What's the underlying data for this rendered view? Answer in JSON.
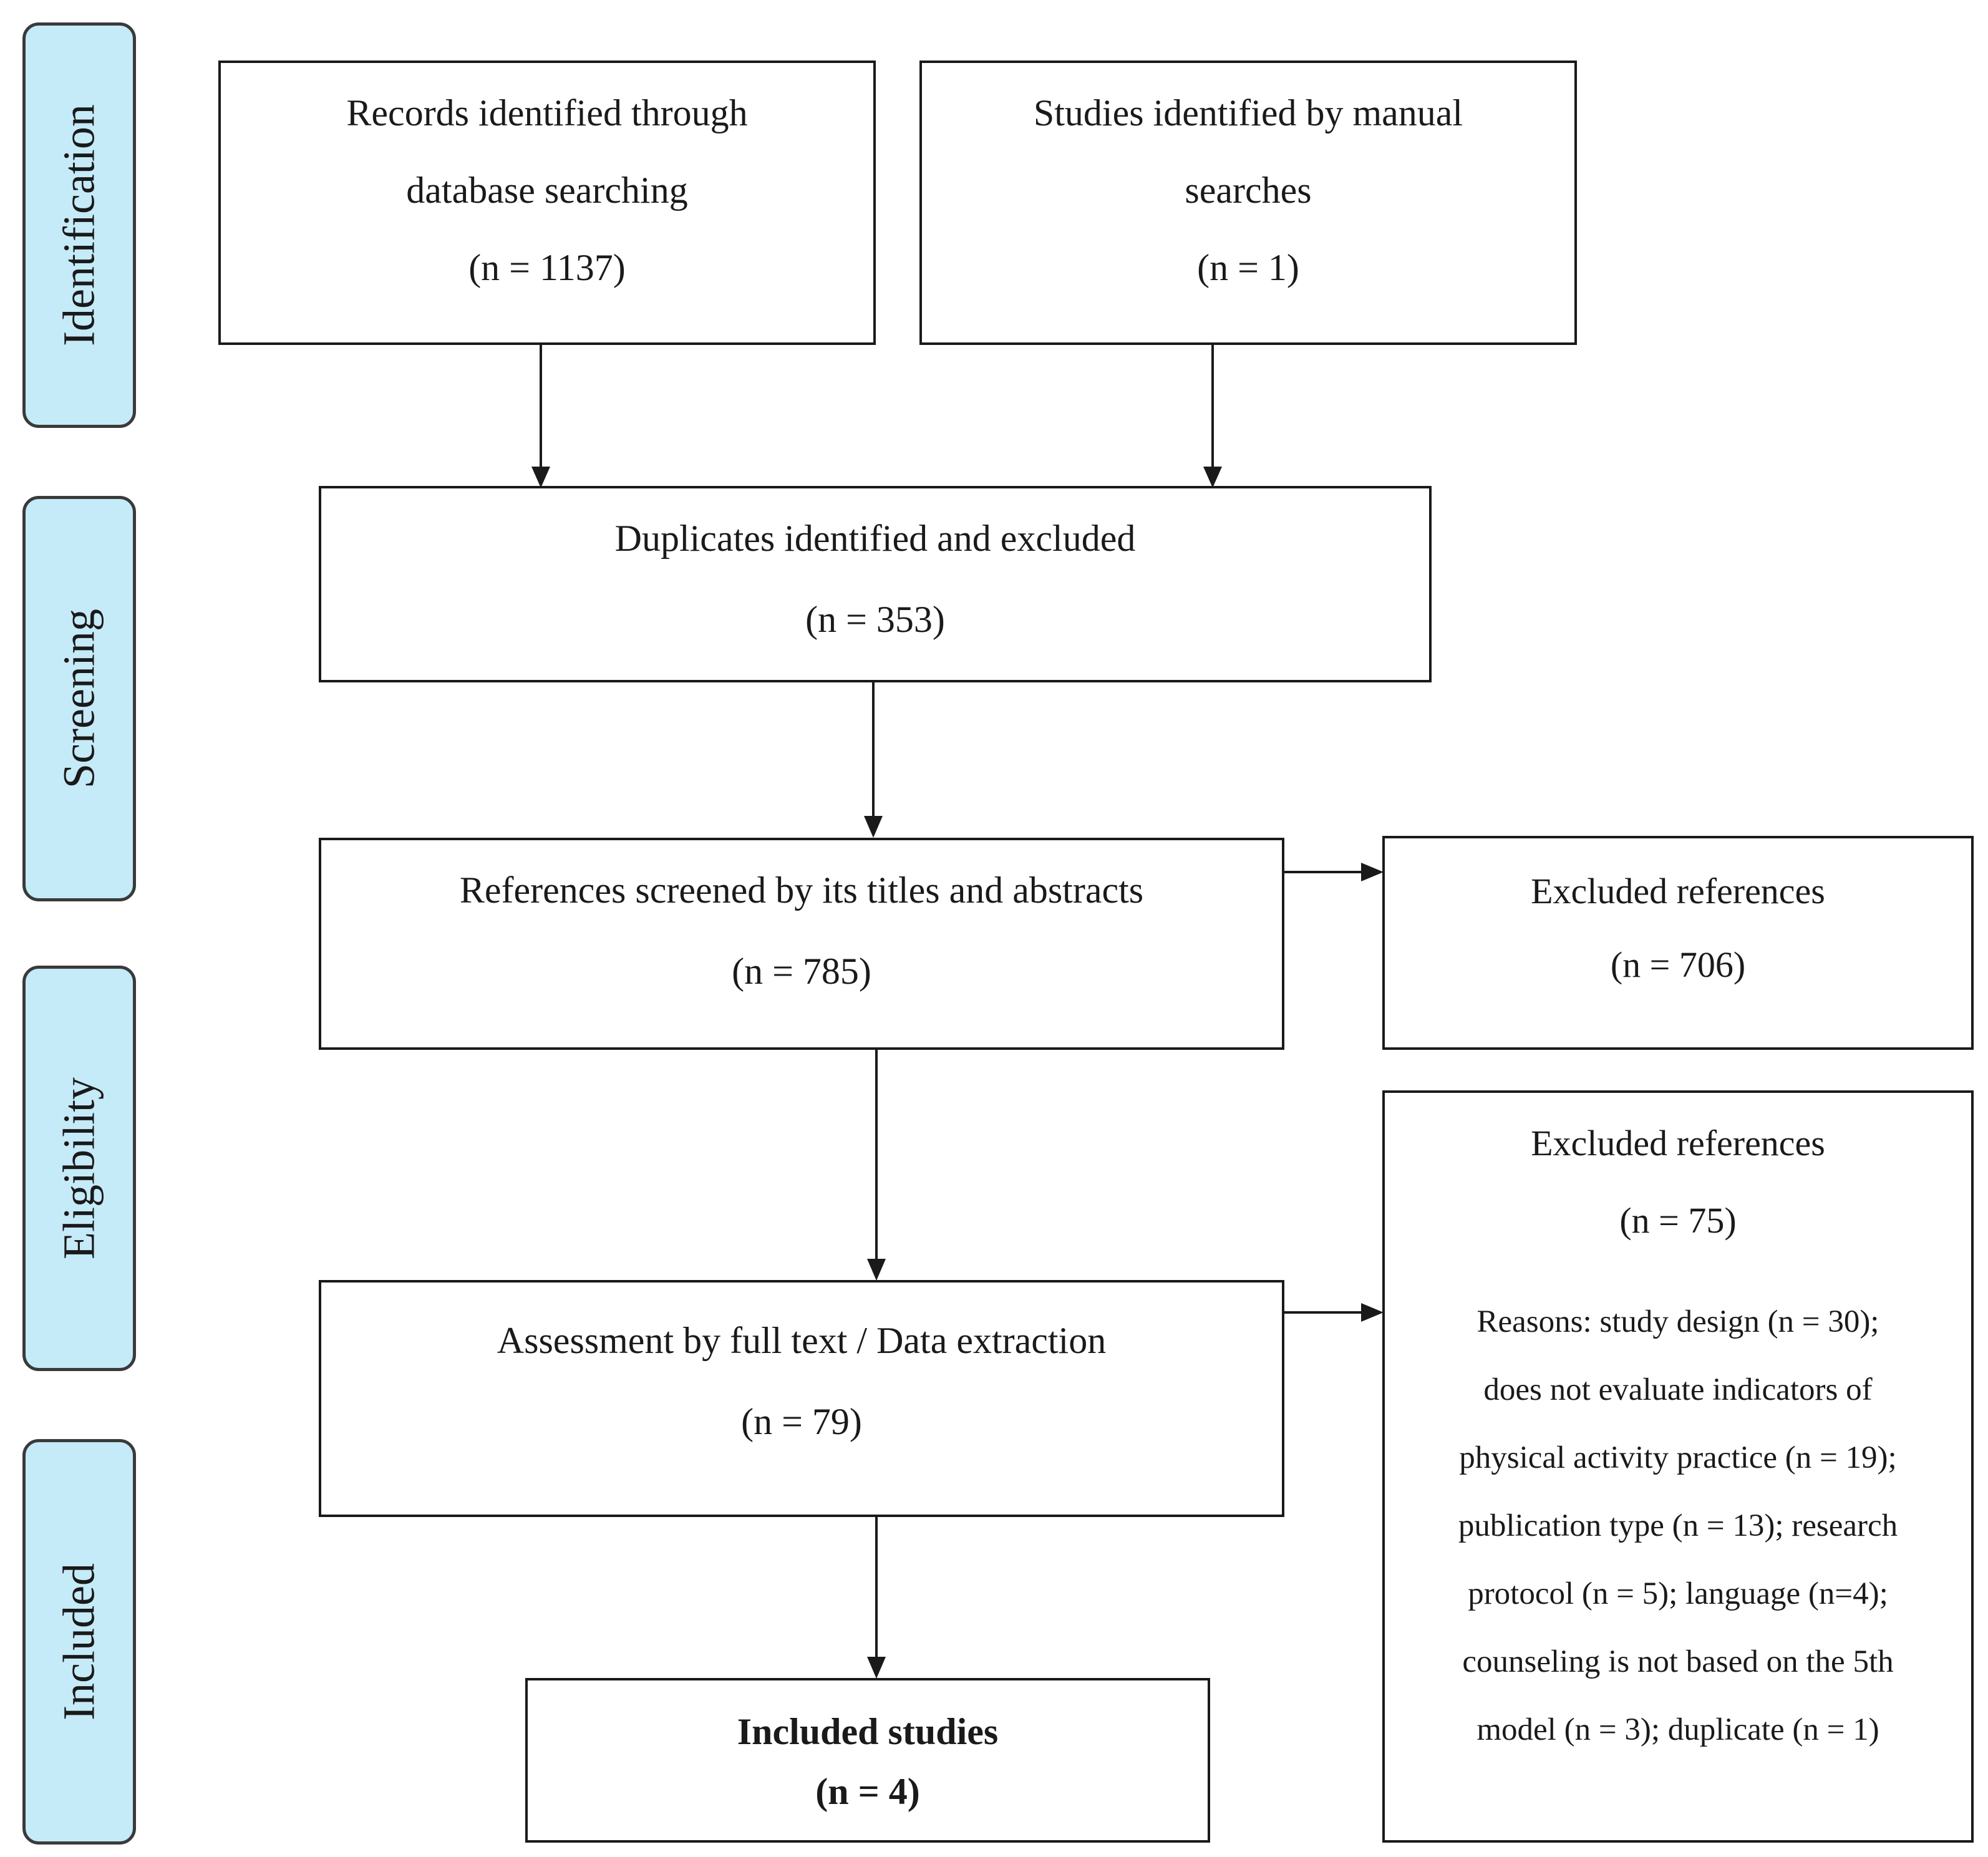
{
  "phases": {
    "identification": "Identification",
    "screening": "Screening",
    "eligibility": "Eligibility",
    "included": "Included"
  },
  "records_database": {
    "lines": [
      "Records identified through",
      "database searching",
      "(n = 1137)"
    ]
  },
  "studies_manual": {
    "lines": [
      "Studies identified by manual",
      "searches",
      "(n = 1)"
    ]
  },
  "duplicates": {
    "lines": [
      "Duplicates identified and excluded",
      "(n = 353)"
    ]
  },
  "screened": {
    "lines": [
      "References screened by its titles and abstracts",
      "(n = 785)"
    ]
  },
  "excluded_screening": {
    "lines": [
      "Excluded references",
      "(n = 706)"
    ]
  },
  "full_text": {
    "lines": [
      "Assessment by full text / Data extraction",
      "(n = 79)"
    ]
  },
  "excluded_full_text": {
    "lines": [
      "Excluded references",
      "(n = 75)"
    ],
    "reasons": [
      "Reasons: study design (n = 30);",
      "does not evaluate indicators of",
      "physical activity practice (n = 19);",
      "publication type (n = 13); research",
      "protocol (n = 5); language (n=4);",
      "counseling is not based on the 5th",
      "model (n = 3); duplicate (n = 1)"
    ]
  },
  "included_studies": {
    "lines": [
      "Included studies",
      "(n = 4)"
    ]
  }
}
